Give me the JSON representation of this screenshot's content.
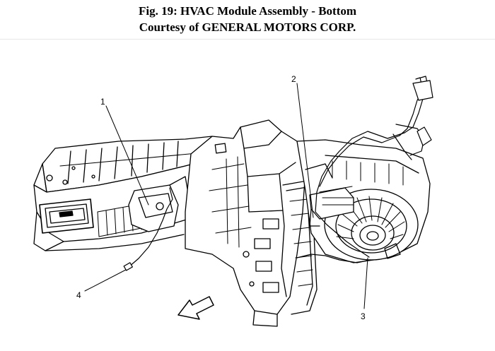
{
  "figure": {
    "title": "Fig. 19: HVAC Module Assembly - Bottom",
    "courtesy": "Courtesy of GENERAL MOTORS CORP."
  },
  "callouts": [
    "1",
    "2",
    "3",
    "4"
  ]
}
